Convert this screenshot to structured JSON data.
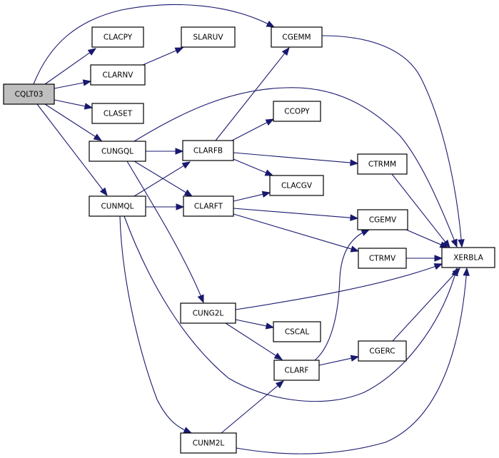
{
  "graph": {
    "title": "Call graph",
    "root": "CQLT03",
    "colors": {
      "edge": "#191970",
      "root_fill": "#bfbfbf",
      "node_fill": "#ffffff",
      "node_border": "#000000"
    },
    "nodes": [
      {
        "id": "CQLT03",
        "label": "CQLT03",
        "root": true
      },
      {
        "id": "CLACPY",
        "label": "CLACPY"
      },
      {
        "id": "SLARUV",
        "label": "SLARUV"
      },
      {
        "id": "CGEMM",
        "label": "CGEMM"
      },
      {
        "id": "CLARNV",
        "label": "CLARNV"
      },
      {
        "id": "CLASET",
        "label": "CLASET"
      },
      {
        "id": "CCOPY",
        "label": "CCOPY"
      },
      {
        "id": "CUNGQL",
        "label": "CUNGQL"
      },
      {
        "id": "CLARFB",
        "label": "CLARFB"
      },
      {
        "id": "CTRMM",
        "label": "CTRMM"
      },
      {
        "id": "CLACGV",
        "label": "CLACGV"
      },
      {
        "id": "CUNMQL",
        "label": "CUNMQL"
      },
      {
        "id": "CLARFT",
        "label": "CLARFT"
      },
      {
        "id": "CGEMV",
        "label": "CGEMV"
      },
      {
        "id": "CTRMV",
        "label": "CTRMV"
      },
      {
        "id": "XERBLA",
        "label": "XERBLA"
      },
      {
        "id": "CUNG2L",
        "label": "CUNG2L"
      },
      {
        "id": "CSCAL",
        "label": "CSCAL"
      },
      {
        "id": "CGERC",
        "label": "CGERC"
      },
      {
        "id": "CLARF",
        "label": "CLARF"
      },
      {
        "id": "CUNM2L",
        "label": "CUNM2L"
      }
    ],
    "edges": [
      {
        "from": "CQLT03",
        "to": "CGEMM"
      },
      {
        "from": "CQLT03",
        "to": "CLACPY"
      },
      {
        "from": "CQLT03",
        "to": "CLARNV"
      },
      {
        "from": "CQLT03",
        "to": "CLASET"
      },
      {
        "from": "CQLT03",
        "to": "CUNGQL"
      },
      {
        "from": "CQLT03",
        "to": "CUNMQL"
      },
      {
        "from": "CLARNV",
        "to": "SLARUV"
      },
      {
        "from": "CGEMM",
        "to": "XERBLA"
      },
      {
        "from": "CUNGQL",
        "to": "CLARFB"
      },
      {
        "from": "CUNGQL",
        "to": "CLARFT"
      },
      {
        "from": "CUNGQL",
        "to": "CUNG2L"
      },
      {
        "from": "CUNGQL",
        "to": "XERBLA"
      },
      {
        "from": "CUNMQL",
        "to": "CLARFB"
      },
      {
        "from": "CUNMQL",
        "to": "CLARFT"
      },
      {
        "from": "CUNMQL",
        "to": "CUNM2L"
      },
      {
        "from": "CUNMQL",
        "to": "XERBLA"
      },
      {
        "from": "CLARFB",
        "to": "CGEMM"
      },
      {
        "from": "CLARFB",
        "to": "CCOPY"
      },
      {
        "from": "CLARFB",
        "to": "CTRMM"
      },
      {
        "from": "CLARFB",
        "to": "CLACGV"
      },
      {
        "from": "CLARFT",
        "to": "CLACGV"
      },
      {
        "from": "CLARFT",
        "to": "CGEMV"
      },
      {
        "from": "CLARFT",
        "to": "CTRMV"
      },
      {
        "from": "CTRMM",
        "to": "XERBLA"
      },
      {
        "from": "CGEMV",
        "to": "XERBLA"
      },
      {
        "from": "CTRMV",
        "to": "XERBLA"
      },
      {
        "from": "CUNG2L",
        "to": "XERBLA"
      },
      {
        "from": "CUNG2L",
        "to": "CSCAL"
      },
      {
        "from": "CUNG2L",
        "to": "CLARF"
      },
      {
        "from": "CLARF",
        "to": "CGEMV"
      },
      {
        "from": "CLARF",
        "to": "CGERC"
      },
      {
        "from": "CGERC",
        "to": "XERBLA"
      },
      {
        "from": "CUNM2L",
        "to": "CLARF"
      },
      {
        "from": "CUNM2L",
        "to": "XERBLA"
      }
    ]
  }
}
